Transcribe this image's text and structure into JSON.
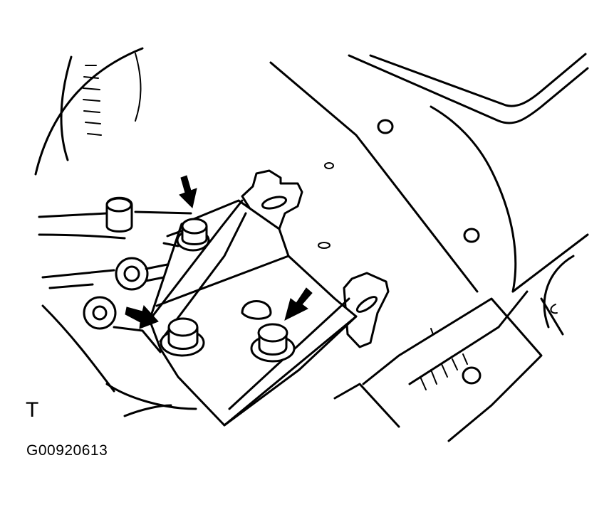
{
  "figure": {
    "view_letter": "T",
    "figure_code": "G00920613",
    "colors": {
      "line": "#000000",
      "background": "#ffffff"
    },
    "callout_arrows": 3,
    "bolts": 3
  }
}
